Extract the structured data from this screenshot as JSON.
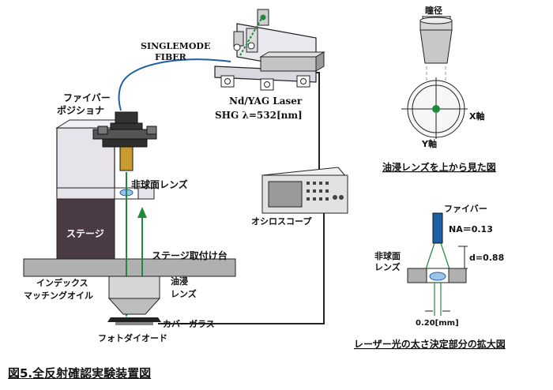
{
  "figure_caption": "図5.全反射確認実験装置図",
  "labels": {
    "singlemode_fiber_line1": "SINGLEMODE",
    "singlemode_fiber_line2": "FIBER",
    "laser_line1": "Nd/YAG Laser",
    "laser_line2": "SHG λ=532[nm]",
    "fiber_positioner_line1": "ファイバー",
    "fiber_positioner_line2": "ポジショナ",
    "aspheric_lens": "非球面レンズ",
    "stage": "ステージ",
    "stage_mount": "ステージ取付け台",
    "index_matching_line1": "インデックス",
    "index_matching_line2": "マッチングオイル",
    "oil_immersion_line1": "油浸",
    "oil_immersion_line2": "レンズ",
    "cover_glass": "カバーガラス",
    "photodiode": "フォトダイオード",
    "oscilloscope": "オシロスコープ"
  },
  "top_view": {
    "pupil_label": "瞳径",
    "x_axis": "X軸",
    "y_axis": "Y軸",
    "caption": "油浸レンズを上から見た図"
  },
  "detail_view": {
    "fiber": "ファイバー",
    "na": "NA＝0.13",
    "lens_line1": "非球面",
    "lens_line2": "レンズ",
    "distance": "d=0.88",
    "width": "0.20[mm]",
    "caption": "レーザー光の太さ決定部分の拡大図"
  },
  "colors": {
    "beam": "#1f8a3c",
    "fiber_cable": "#1e5fa8",
    "stage_dark": "#4a3a44",
    "frame_light": "#e6e4ea",
    "mount_gray": "#b0b0b0"
  }
}
